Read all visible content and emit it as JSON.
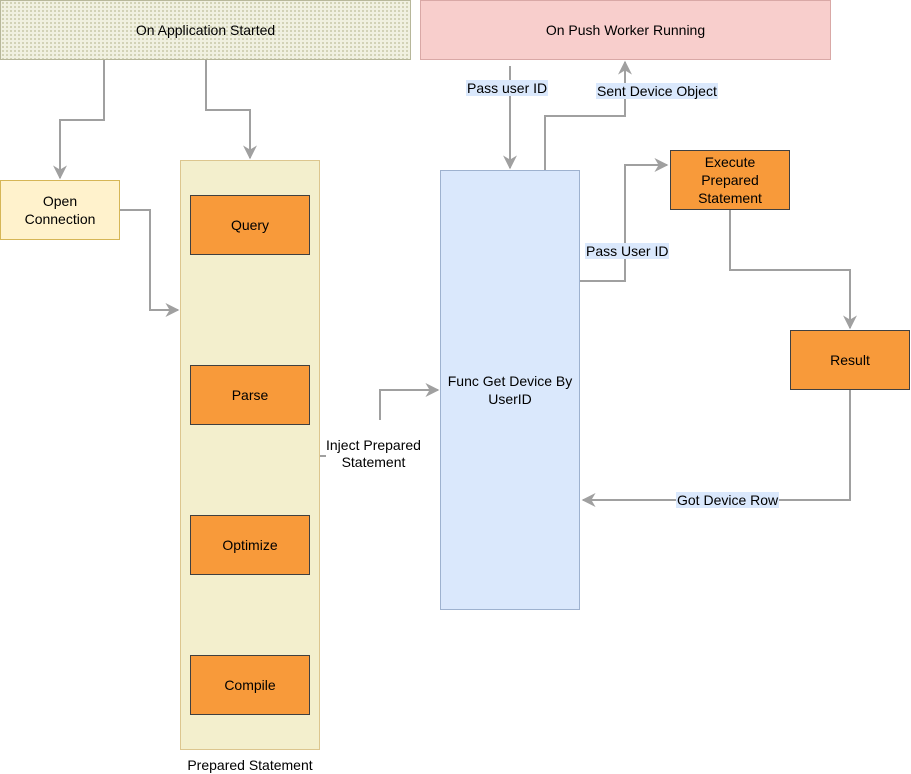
{
  "nodes": {
    "app_started": "On Application Started",
    "push_worker": "On Push Worker Running",
    "open_connection": "Open\nConnection",
    "query": "Query",
    "parse": "Parse",
    "optimize": "Optimize",
    "compile": "Compile",
    "prepared_statement": "Prepared Statement",
    "func_get_device": "Func Get Device By\nUserID",
    "execute_prepared": "Execute\nPrepared\nStatement",
    "result": "Result"
  },
  "edge_labels": {
    "pass_user_id_lower": "Pass user ID",
    "sent_device_object": "Sent Device Object",
    "pass_user_id_upper": "Pass User ID",
    "inject_prepared": "Inject Prepared\nStatement",
    "got_device_row": "Got Device Row"
  },
  "colors": {
    "edge": "#a0a0a0",
    "inner_edge": "#c8a2b0",
    "orange": "#f89a3a",
    "blue": "#dae8fc",
    "pink": "#f8cecc"
  }
}
